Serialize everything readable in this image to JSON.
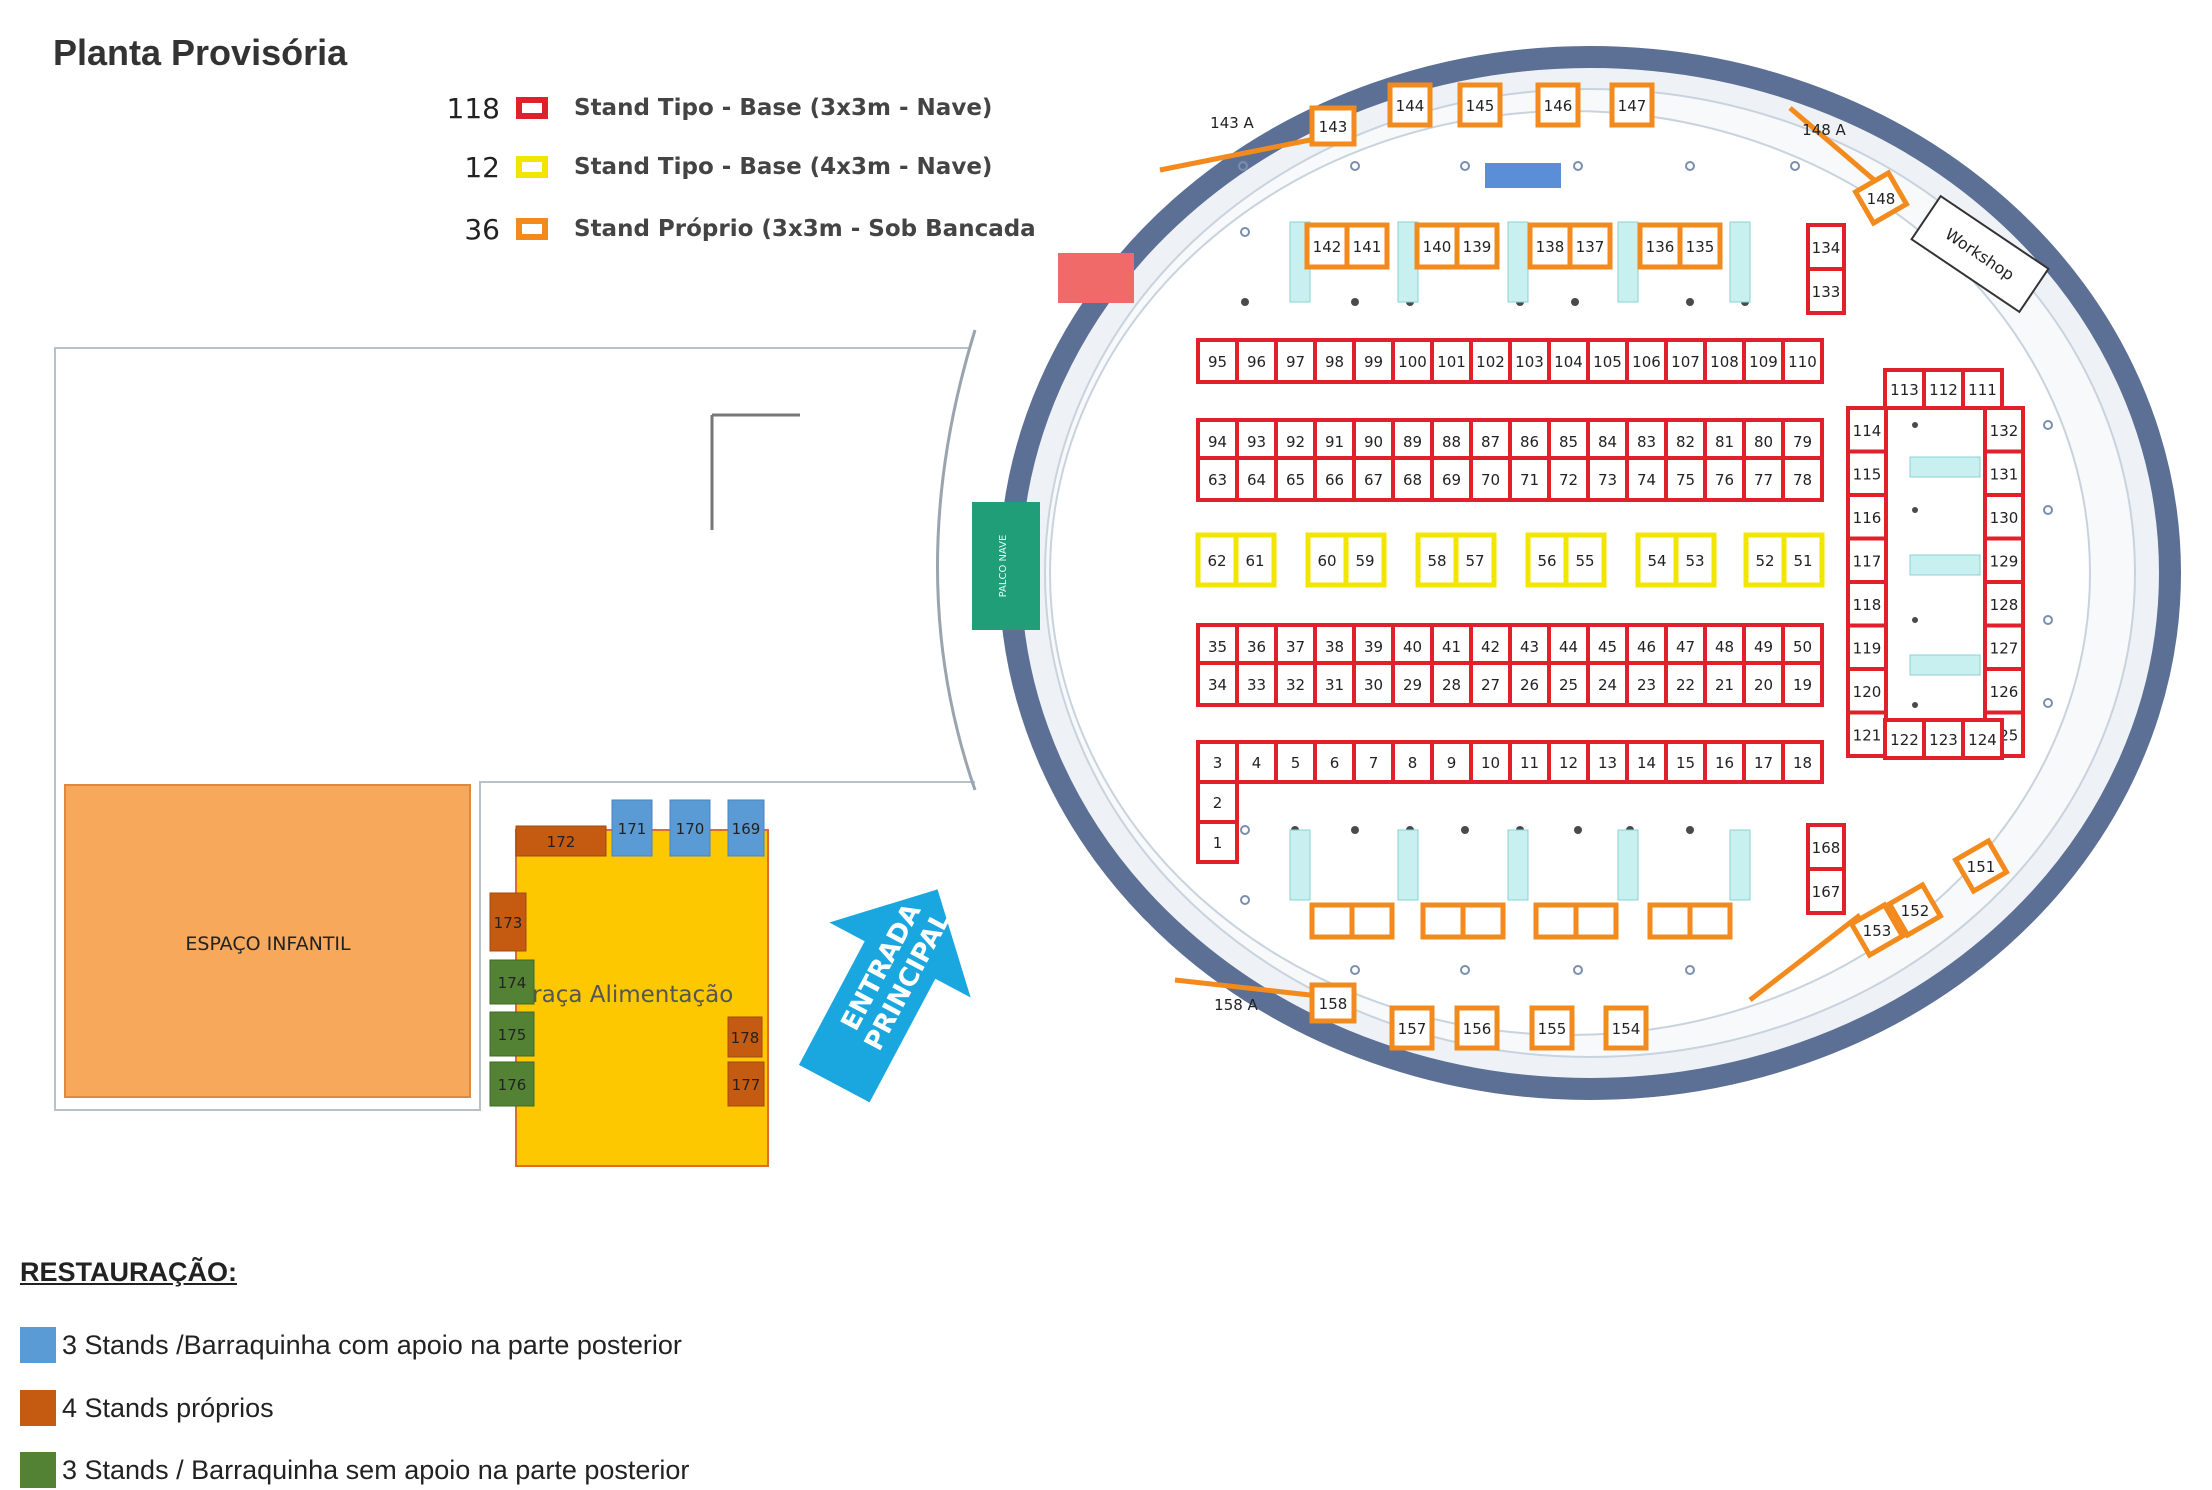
{
  "title": "Planta Provisória",
  "legend": [
    {
      "count": "118",
      "label": "Stand Tipo - Base (3x3m - Nave)",
      "color": "#e0202a"
    },
    {
      "count": "12",
      "label": "Stand Tipo - Base (4x3m - Nave)",
      "color": "#f2e500"
    },
    {
      "count": "36",
      "label": "Stand Próprio (3x3m - Sob Bancada",
      "color": "#f28a1e"
    }
  ],
  "zones": {
    "kids": "ESPAÇO INFANTIL",
    "food_court": "Praça Alimentação",
    "stage": "PALCO NAVE",
    "entrance_line1": "ENTRADA",
    "entrance_line2": "PRINCIPAL",
    "workshop": "Workshop"
  },
  "colors": {
    "red": "#e0202a",
    "yellow": "#f2e500",
    "orange": "#f28a1e",
    "kids": "#f7a85b",
    "food": "#fdc800",
    "blue": "#5a9bd5",
    "brown": "#c55a11",
    "green": "#548235",
    "arena": "#5c6f94",
    "stage": "#1f9e78",
    "entrance": "#1aa7e0"
  },
  "stands": {
    "row_95_110": [
      "95",
      "96",
      "97",
      "98",
      "99",
      "100",
      "101",
      "102",
      "103",
      "104",
      "105",
      "106",
      "107",
      "108",
      "109",
      "110"
    ],
    "row_94_79": [
      "94",
      "93",
      "92",
      "91",
      "90",
      "89",
      "88",
      "87",
      "86",
      "85",
      "84",
      "83",
      "82",
      "81",
      "80",
      "79"
    ],
    "row_63_78": [
      "63",
      "64",
      "65",
      "66",
      "67",
      "68",
      "69",
      "70",
      "71",
      "72",
      "73",
      "74",
      "75",
      "76",
      "77",
      "78"
    ],
    "yellow_pairs": [
      [
        "62",
        "61"
      ],
      [
        "60",
        "59"
      ],
      [
        "58",
        "57"
      ],
      [
        "56",
        "55"
      ],
      [
        "54",
        "53"
      ],
      [
        "52",
        "51"
      ]
    ],
    "row_35_50": [
      "35",
      "36",
      "37",
      "38",
      "39",
      "40",
      "41",
      "42",
      "43",
      "44",
      "45",
      "46",
      "47",
      "48",
      "49",
      "50"
    ],
    "row_34_19": [
      "34",
      "33",
      "32",
      "31",
      "30",
      "29",
      "28",
      "27",
      "26",
      "25",
      "24",
      "23",
      "22",
      "21",
      "20",
      "19"
    ],
    "row_3_18": [
      "3",
      "4",
      "5",
      "6",
      "7",
      "8",
      "9",
      "10",
      "11",
      "12",
      "13",
      "14",
      "15",
      "16",
      "17",
      "18"
    ],
    "col_1_2": [
      "2",
      "1"
    ],
    "pair_168_167": [
      "168",
      "167"
    ],
    "pair_134_133": [
      "134",
      "133"
    ],
    "block_top": [
      "113",
      "112",
      "111"
    ],
    "block_left": [
      "114",
      "115",
      "116",
      "117",
      "118",
      "119",
      "120",
      "121"
    ],
    "block_right": [
      "132",
      "131",
      "130",
      "129",
      "128",
      "127",
      "126",
      "125"
    ],
    "block_bottom": [
      "122",
      "123",
      "124"
    ],
    "orange_upper_pairs": [
      [
        "142",
        "141"
      ],
      [
        "140",
        "139"
      ],
      [
        "138",
        "137"
      ],
      [
        "136",
        "135"
      ]
    ],
    "orange_top": [
      "144",
      "145",
      "146",
      "147"
    ],
    "orange_bottom": [
      "157",
      "156",
      "155",
      "154"
    ],
    "orange_misc": {
      "s143": "143",
      "s148": "148",
      "s151": "151",
      "s152": "152",
      "s153": "153",
      "s158": "158"
    },
    "seating": {
      "a143": "143 A",
      "a148": "148 A",
      "a158": "158 A"
    }
  },
  "food_stands": {
    "s172": "172",
    "s171": "171",
    "s170": "170",
    "s169": "169",
    "s173": "173",
    "s174": "174",
    "s175": "175",
    "s176": "176",
    "s178": "178",
    "s177": "177"
  },
  "restauracao": {
    "title": "RESTAURAÇÃO:",
    "items": [
      {
        "label": "3 Stands /Barraquinha com apoio na parte posterior",
        "color": "#5a9bd5"
      },
      {
        "label": "4 Stands próprios",
        "color": "#c55a11"
      },
      {
        "label": " 3 Stands / Barraquinha sem apoio na parte posterior",
        "color": "#548235"
      }
    ]
  }
}
